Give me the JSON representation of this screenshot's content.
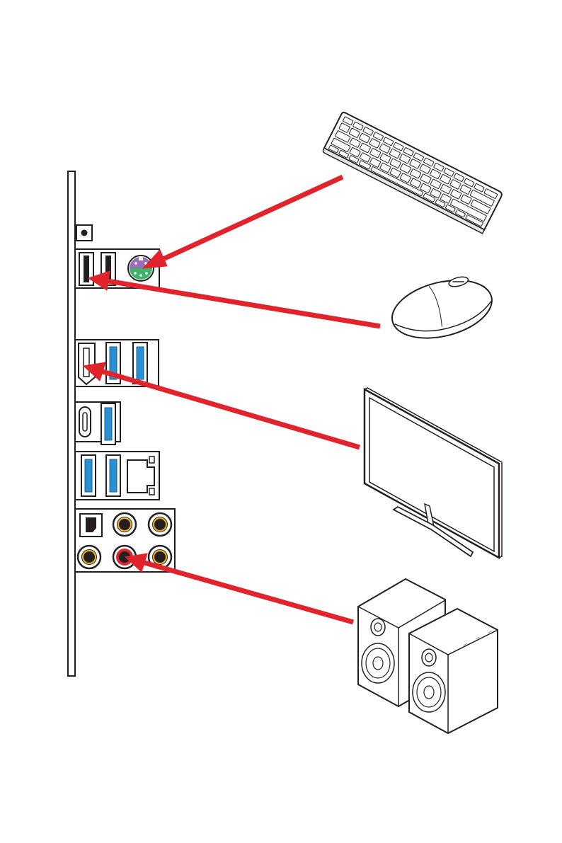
{
  "colors": {
    "arrow": "#e1232c",
    "outline": "#231f20",
    "usb_blue": "#2b8fd3",
    "ps2_purple": "#9b6fb4",
    "ps2_green": "#3fb36a",
    "audio_ring": "#f3b417",
    "audio_red": "#e1232c",
    "gray": "#8a8a8a",
    "white": "#ffffff"
  },
  "icons": {
    "panel": "io-shield-icon",
    "keyboard": "keyboard-icon",
    "mouse": "mouse-icon",
    "monitor": "monitor-icon",
    "speakers": "speakers-icon",
    "ps2_port": "ps2-port-icon",
    "usb_port": "usb-port-icon",
    "hdmi_port": "hdmi-port-icon",
    "usb_c_port": "usb-c-port-icon",
    "lan_port": "lan-port-icon",
    "optical_port": "optical-spdif-port-icon",
    "audio_jack": "audio-jack-icon",
    "clear_cmos_button": "button-icon"
  },
  "connections": [
    {
      "device": "keyboard",
      "port": "ps2-port"
    },
    {
      "device": "mouse",
      "port": "usb-2-port"
    },
    {
      "device": "monitor",
      "port": "hdmi-port"
    },
    {
      "device": "speakers",
      "port": "line-out-audio-jack"
    }
  ]
}
